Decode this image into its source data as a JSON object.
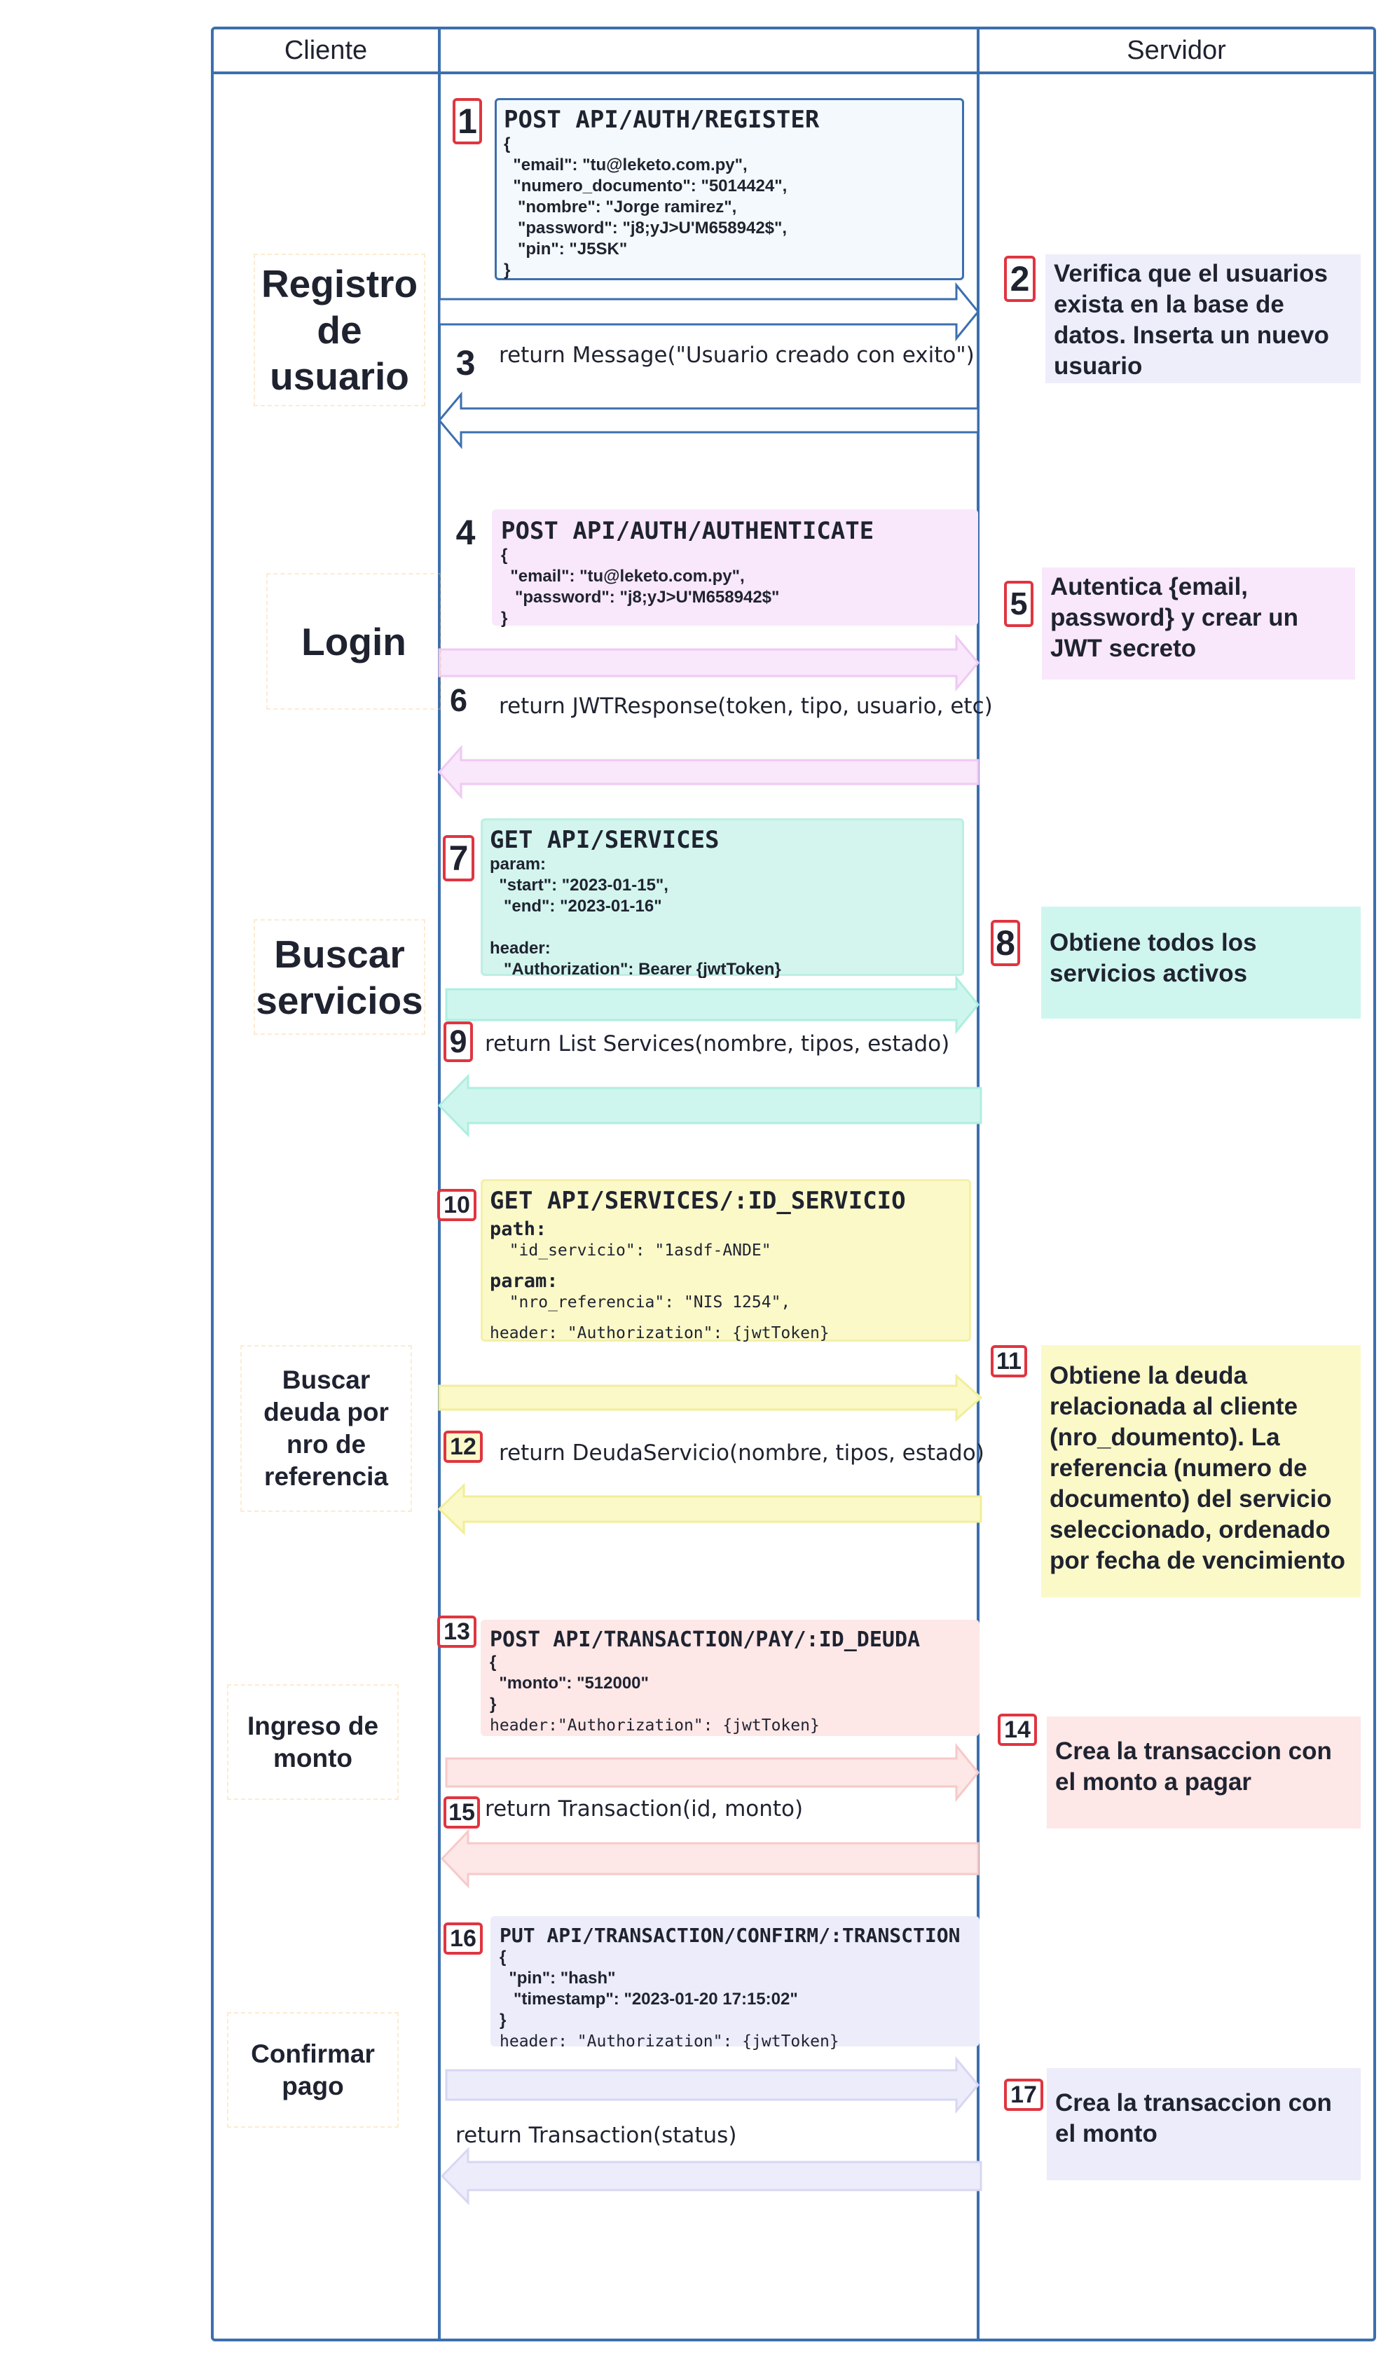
{
  "header": {
    "client": "Cliente",
    "middle": "",
    "server": "Servidor"
  },
  "colors": {
    "frame": "#3c6fae",
    "badge": "#e03540"
  },
  "stages": [
    {
      "name": "Registro\nde\nusuario"
    },
    {
      "name": "Login"
    },
    {
      "name": "Buscar\nservicios"
    },
    {
      "name": "Buscar\ndeuda por\nnro de\nreferencia"
    },
    {
      "name": "Ingreso de\nmonto"
    },
    {
      "name": "Confirmar\npago"
    }
  ],
  "steps": [
    {
      "n": "1",
      "kind": "request",
      "method": "POST API/AUTH/REGISTER",
      "body": "{\n  \"email\": \"tu@leketo.com.py\",\n  \"numero_documento\": \"5014424\",\n   \"nombre\": \"Jorge ramirez\",\n   \"password\": \"j8;yJ>U'M658942$\",\n   \"pin\": \"J5SK\"\n}"
    },
    {
      "n": "2",
      "kind": "server",
      "text": "Verifica que el usuarios exista en la base de datos. Inserta un nuevo usuario"
    },
    {
      "n": "3",
      "kind": "return",
      "text": "return Message(\"Usuario creado con exito\")"
    },
    {
      "n": "4",
      "kind": "request",
      "method": "POST API/AUTH/AUTHENTICATE",
      "body": "{\n  \"email\": \"tu@leketo.com.py\",\n   \"password\": \"j8;yJ>U'M658942$\"\n}"
    },
    {
      "n": "5",
      "kind": "server",
      "text": "Autentica {email, password} y crear un JWT secreto"
    },
    {
      "n": "6",
      "kind": "return",
      "text": "return JWTResponse(token, tipo, usuario, etc)"
    },
    {
      "n": "7",
      "kind": "request",
      "method": "GET API/SERVICES",
      "body": "param:\n  \"start\": \"2023-01-15\",\n   \"end\": \"2023-01-16\"\n\nheader:\n   \"Authorization\": Bearer {jwtToken}"
    },
    {
      "n": "8",
      "kind": "server",
      "text": "Obtiene todos los servicios activos"
    },
    {
      "n": "9",
      "kind": "return",
      "text": "return List Services(nombre, tipos, estado)"
    },
    {
      "n": "10",
      "kind": "request",
      "method": "GET API/SERVICES/:ID_SERVICIO",
      "body_path_label": "path:",
      "body_path": "  \"id_servicio\": \"1asdf-ANDE\"",
      "body_param_label": "param:",
      "body_param": "  \"nro_referencia\": \"NIS 1254\",",
      "body_header": "header: \"Authorization\": {jwtToken}"
    },
    {
      "n": "11",
      "kind": "server",
      "text": "Obtiene la deuda relacionada al cliente (nro_doumento). La referencia (numero de documento) del servicio seleccionado, ordenado por fecha de vencimiento"
    },
    {
      "n": "12",
      "kind": "return",
      "text": "return DeudaServicio(nombre, tipos, estado)"
    },
    {
      "n": "13",
      "kind": "request",
      "method": "POST API/TRANSACTION/PAY/:ID_DEUDA",
      "body": "{\n  \"monto\": \"512000\"\n}",
      "body_header": "header:\"Authorization\": {jwtToken}"
    },
    {
      "n": "14",
      "kind": "server",
      "text": "Crea la transaccion con el monto a pagar"
    },
    {
      "n": "15",
      "kind": "return",
      "text": "return Transaction(id, monto)"
    },
    {
      "n": "16",
      "kind": "request",
      "method": "PUT API/TRANSACTION/CONFIRM/:TRANSCTION",
      "body": "{\n  \"pin\": \"hash\"\n   \"timestamp\": \"2023-01-20 17:15:02\"\n}",
      "body_header": "header: \"Authorization\": {jwtToken}"
    },
    {
      "n": "17",
      "kind": "server",
      "text": "Crea la transaccion con el monto"
    },
    {
      "n": "",
      "kind": "return",
      "text": "return Transaction(status)"
    }
  ]
}
